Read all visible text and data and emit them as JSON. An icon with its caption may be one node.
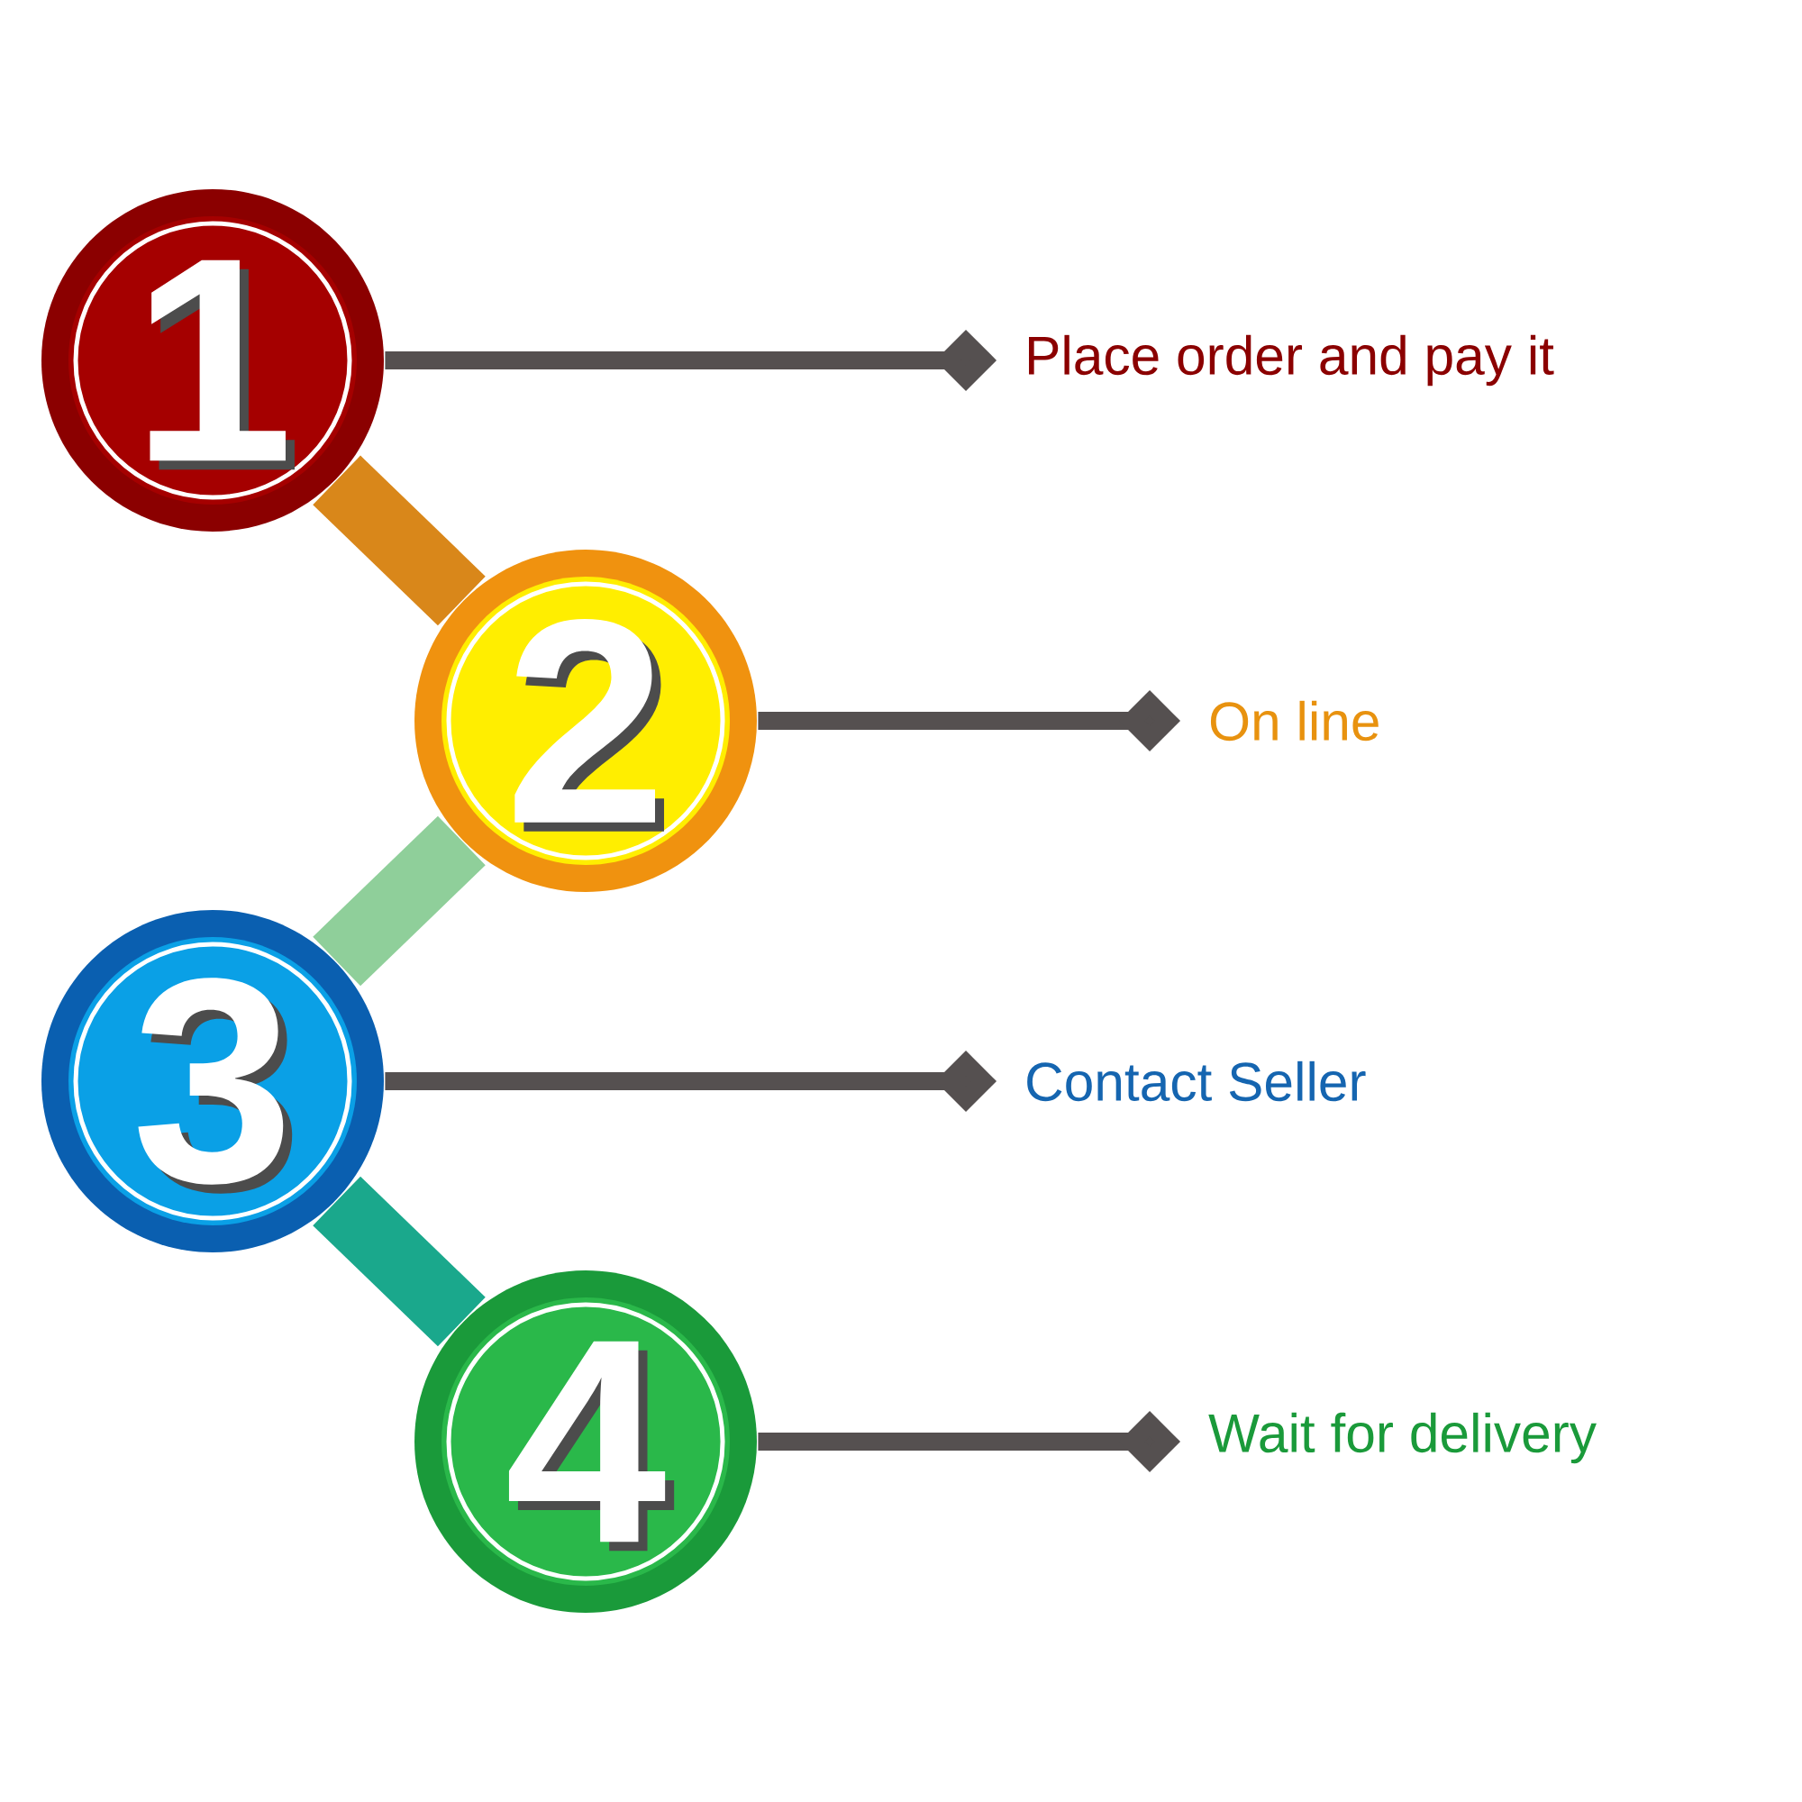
{
  "diagram": {
    "nodes": [
      {
        "text": [
          "1"
        ]
      },
      {
        "text": [
          "2"
        ]
      },
      {
        "text": [
          "3"
        ]
      },
      {
        "text": [
          "4"
        ]
      },
      {
        "text": [
          "Place order and pay it"
        ]
      },
      {
        "text": [
          "On line"
        ]
      },
      {
        "text": [
          "Contact Seller"
        ]
      },
      {
        "text": [
          "Wait for delivery"
        ]
      }
    ],
    "edges": [
      {
        "from": 0,
        "to": 1,
        "arrow": "none",
        "style": "thick",
        "color": "#d9871a"
      },
      {
        "from": 1,
        "to": 2,
        "arrow": "none",
        "style": "thick",
        "color": "#8fcf9a"
      },
      {
        "from": 2,
        "to": 3,
        "arrow": "none",
        "style": "thick",
        "color": "#1aa88c"
      },
      {
        "from": 0,
        "to": 4,
        "arrow": "other"
      },
      {
        "from": 1,
        "to": 5,
        "arrow": "other"
      },
      {
        "from": 2,
        "to": 6,
        "arrow": "other"
      },
      {
        "from": 3,
        "to": 7,
        "arrow": "other"
      }
    ]
  }
}
